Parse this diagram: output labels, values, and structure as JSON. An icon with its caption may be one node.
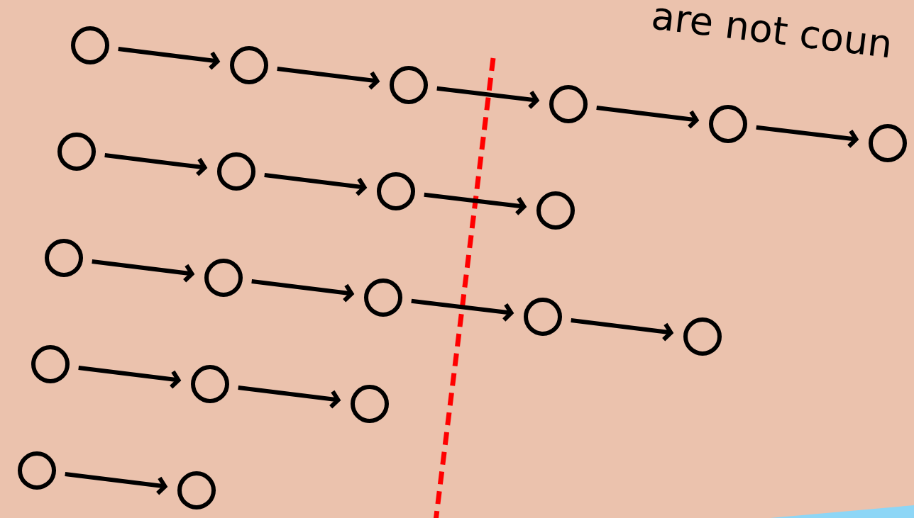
{
  "diagram": {
    "nodes": [
      {
        "text": [],
        "shape": "circle"
      },
      {
        "text": [],
        "shape": "circle"
      },
      {
        "text": [],
        "shape": "circle"
      },
      {
        "text": [],
        "shape": "circle"
      },
      {
        "text": [],
        "shape": "circle"
      },
      {
        "text": [],
        "shape": "circle"
      },
      {
        "text": [],
        "shape": "circle"
      },
      {
        "text": [],
        "shape": "circle"
      },
      {
        "text": [],
        "shape": "circle"
      },
      {
        "text": [],
        "shape": "circle"
      },
      {
        "text": [],
        "shape": "circle"
      },
      {
        "text": [],
        "shape": "circle"
      },
      {
        "text": [],
        "shape": "circle"
      },
      {
        "text": [],
        "shape": "circle"
      },
      {
        "text": [],
        "shape": "circle"
      },
      {
        "text": [],
        "shape": "circle"
      },
      {
        "text": [],
        "shape": "circle"
      },
      {
        "text": [],
        "shape": "circle"
      },
      {
        "text": [],
        "shape": "circle"
      },
      {
        "text": [],
        "shape": "circle"
      }
    ],
    "edges": [
      {
        "from": 0,
        "to": 1,
        "arrow": "to"
      },
      {
        "from": 1,
        "to": 2,
        "arrow": "to"
      },
      {
        "from": 2,
        "to": 3,
        "arrow": "to"
      },
      {
        "from": 3,
        "to": 4,
        "arrow": "to"
      },
      {
        "from": 4,
        "to": 5,
        "arrow": "to"
      },
      {
        "from": 6,
        "to": 7,
        "arrow": "to"
      },
      {
        "from": 7,
        "to": 8,
        "arrow": "to"
      },
      {
        "from": 8,
        "to": 9,
        "arrow": "to"
      },
      {
        "from": 10,
        "to": 11,
        "arrow": "to"
      },
      {
        "from": 11,
        "to": 12,
        "arrow": "to"
      },
      {
        "from": 12,
        "to": 13,
        "arrow": "to"
      },
      {
        "from": 13,
        "to": 14,
        "arrow": "to"
      },
      {
        "from": 15,
        "to": 16,
        "arrow": "to"
      },
      {
        "from": 16,
        "to": 17,
        "arrow": "to"
      },
      {
        "from": 18,
        "to": 19,
        "arrow": "to"
      }
    ],
    "labels": [
      "are not coun"
    ]
  }
}
